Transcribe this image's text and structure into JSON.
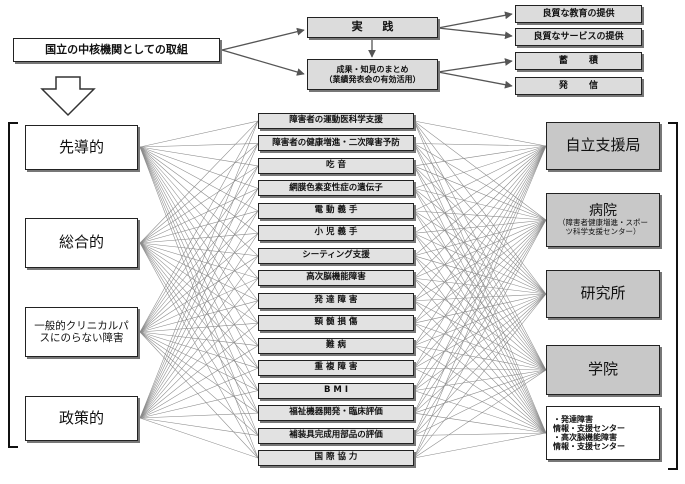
{
  "top": {
    "main_box": "国立の中核機関としての取組",
    "practice": "実 践",
    "results_line1": "成果・知見のまとめ",
    "results_line2": "（業績発表会の有効活用）",
    "edu": "良質な教育の提供",
    "service": "良質なサービスの提供",
    "accumulate": "蓄 積",
    "dissemination": "発 信"
  },
  "left": [
    {
      "label": "先導的"
    },
    {
      "label": "総合的"
    },
    {
      "label": "一般的クリニカルパスにのらない障害"
    },
    {
      "label": "政策的"
    }
  ],
  "middle": [
    "障害者の運動医科学支援",
    "障害者の健康増進・二次障害予防",
    "吃 音",
    "網膜色素変性症の遺伝子",
    "電 動 義 手",
    "小 児 義 手",
    "シーティング支援",
    "高次脳機能障害",
    "発 達 障 害",
    "頸 髄 損 傷",
    "難 病",
    "重 複 障 害",
    "B M I",
    "福祉機器開発・臨床評価",
    "補装具完成用部品の評価",
    "国 際 協 力"
  ],
  "right": [
    {
      "title": "自立支援局",
      "sub": ""
    },
    {
      "title": "病院",
      "sub": "（障害者健康増進・スポーツ科学支援センター）"
    },
    {
      "title": "研究所",
      "sub": ""
    },
    {
      "title": "学院",
      "sub": ""
    },
    {
      "title": "",
      "sub": "・発達障害\n情報・支援センター\n・高次脳機能障害\n情報・支援センター"
    }
  ]
}
